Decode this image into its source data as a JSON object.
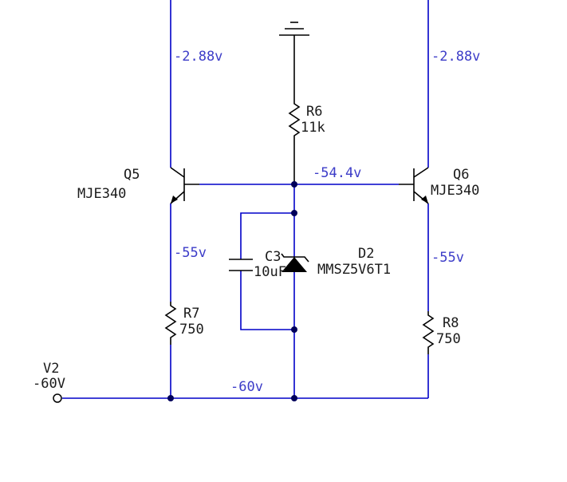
{
  "colors": {
    "wire": "#0000c8",
    "component": "#000000",
    "voltage_text": "#3c3cc8",
    "label_text": "#1a1a1a",
    "node_dot": "#00005a",
    "background": "#ffffff"
  },
  "components": {
    "q5": {
      "ref": "Q5",
      "part": "MJE340"
    },
    "q6": {
      "ref": "Q6",
      "part": "MJE340"
    },
    "r6": {
      "ref": "R6",
      "value": "11k"
    },
    "r7": {
      "ref": "R7",
      "value": "750"
    },
    "r8": {
      "ref": "R8",
      "value": "750"
    },
    "c3": {
      "ref": "C3",
      "value": "10uF"
    },
    "d2": {
      "ref": "D2",
      "part": "MMSZ5V6T1"
    },
    "v2": {
      "ref": "V2",
      "value": "-60V"
    }
  },
  "voltages": {
    "q5_collector": "-2.88v",
    "q6_collector": "-2.88v",
    "base_node": "-54.4v",
    "q5_emitter": "-55v",
    "q6_emitter": "-55v",
    "rail": "-60v"
  }
}
